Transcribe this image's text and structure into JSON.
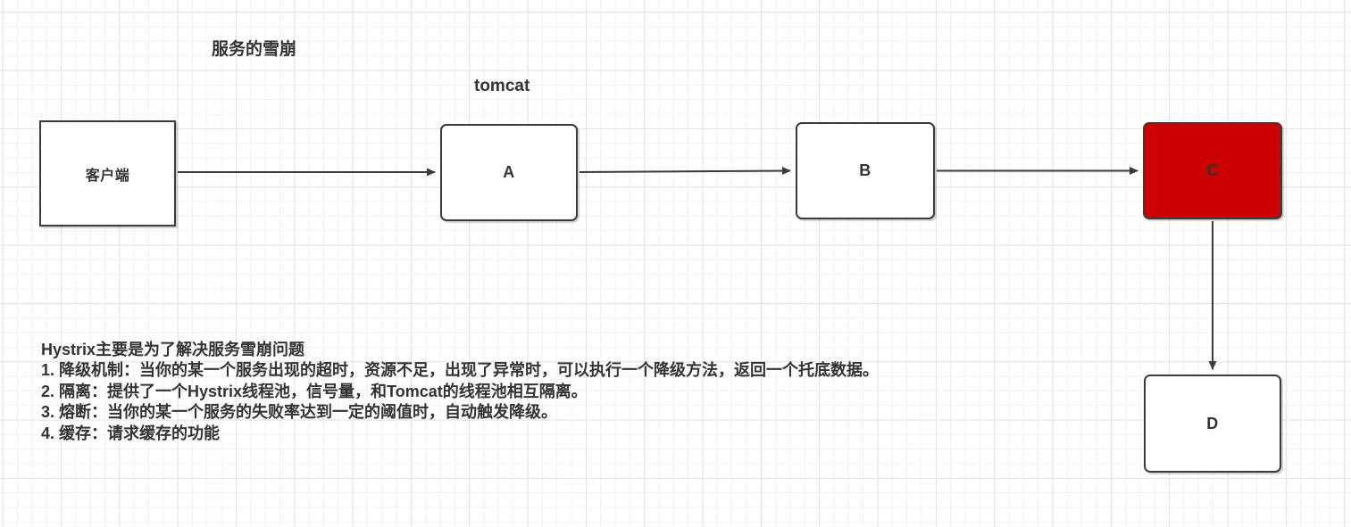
{
  "diagram": {
    "title": "服务的雪崩",
    "tomcat_label": "tomcat",
    "nodes": [
      {
        "id": "client",
        "label": "客户端",
        "fill": "#ffffff"
      },
      {
        "id": "A",
        "label": "A",
        "fill": "#ffffff"
      },
      {
        "id": "B",
        "label": "B",
        "fill": "#ffffff"
      },
      {
        "id": "C",
        "label": "C",
        "fill": "#cc0000"
      },
      {
        "id": "D",
        "label": "D",
        "fill": "#ffffff"
      }
    ],
    "edges": [
      {
        "from": "客户端",
        "to": "A"
      },
      {
        "from": "A",
        "to": "B"
      },
      {
        "from": "B",
        "to": "C"
      },
      {
        "from": "C",
        "to": "D"
      }
    ],
    "colors": {
      "failed_node_fill": "#cc0000",
      "node_border": "#3b3b3b",
      "edge_stroke": "#3b3b3b",
      "text": "#333333",
      "grid_minor": "#f1f1f1",
      "grid_major": "#e2e2e2"
    }
  },
  "notes": {
    "lines": [
      "Hystrix主要是为了解决服务雪崩问题",
      "1. 降级机制：当你的某一个服务出现的超时，资源不足，出现了异常时，可以执行一个降级方法，返回一个托底数据。",
      "2. 隔离：提供了一个Hystrix线程池，信号量，和Tomcat的线程池相互隔离。",
      "3. 熔断：当你的某一个服务的失败率达到一定的阈值时，自动触发降级。",
      "4. 缓存：请求缓存的功能"
    ]
  }
}
